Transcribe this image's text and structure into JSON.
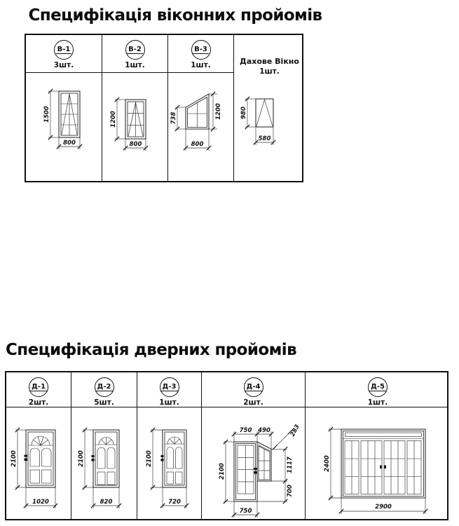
{
  "windows": {
    "title": "Специфікація віконних пройомів",
    "items": [
      {
        "tag": "В-1",
        "count": "3шт.",
        "h": "1500",
        "w": "800"
      },
      {
        "tag": "В-2",
        "count": "1шт.",
        "h": "1200",
        "w": "800"
      },
      {
        "tag": "В-3",
        "count": "1шт.",
        "h_left": "738",
        "h_right": "1200",
        "w": "800"
      },
      {
        "label": "Дахове Вікно",
        "count": "1шт.",
        "h": "980",
        "w": "580"
      }
    ]
  },
  "doors": {
    "title": "Специфікація дверних пройомів",
    "items": [
      {
        "tag": "Д-1",
        "count": "2шт.",
        "h": "2100",
        "w": "1020"
      },
      {
        "tag": "Д-2",
        "count": "5шт.",
        "h": "2100",
        "w": "820"
      },
      {
        "tag": "Д-3",
        "count": "1шт.",
        "h": "2100",
        "w": "720"
      },
      {
        "tag": "Д-4",
        "count": "2шт.",
        "h": "2100",
        "w_top": "750",
        "w_win": "490",
        "slope": "283",
        "h_win": "1117",
        "h_sill": "700",
        "w_bottom": "750"
      },
      {
        "tag": "Д-5",
        "count": "1шт.",
        "h": "2400",
        "w": "2900"
      }
    ]
  }
}
